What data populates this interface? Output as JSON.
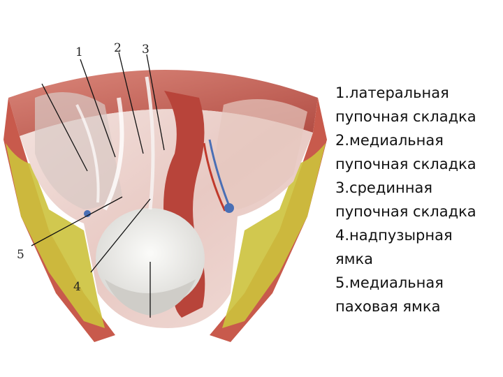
{
  "figure": {
    "callout_labels": [
      "1",
      "2",
      "3",
      "4",
      "5"
    ]
  },
  "legend": {
    "lines": [
      "1.латеральная",
      "пупочная складка",
      "2.медиальная",
      "пупочная складка",
      "3.срединная",
      "пупочная складка",
      "4.надпузырная",
      "ямка",
      "5.медиальная",
      "паховая ямка"
    ]
  },
  "colors": {
    "background": "#ffffff",
    "muscle_red": "#b8443a",
    "peritoneum_pink": "#ecd0cc",
    "fat_yellow": "#ccc23c",
    "bladder_white": "#ededea",
    "text": "#111111"
  }
}
